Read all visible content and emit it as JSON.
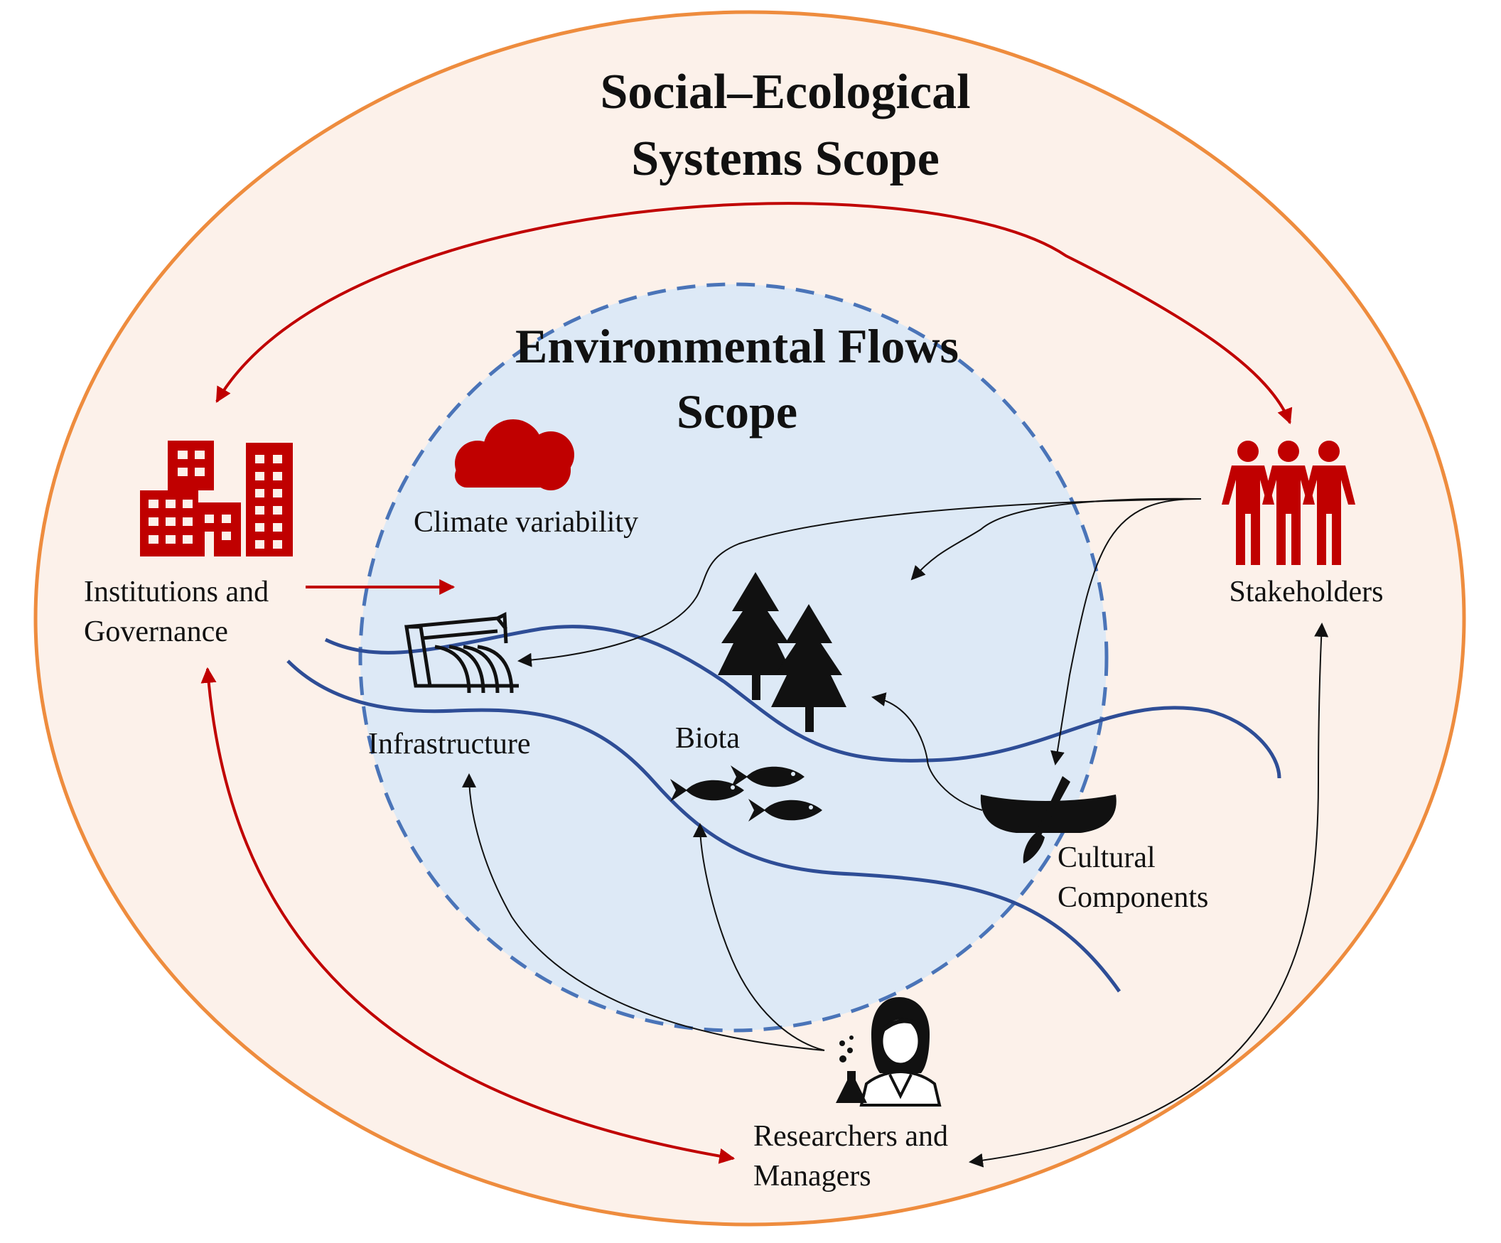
{
  "outer_scope": {
    "title_line1": "Social–Ecological",
    "title_line2": "Systems Scope"
  },
  "inner_scope": {
    "title_line1": "Environmental Flows",
    "title_line2": "Scope"
  },
  "nodes": {
    "climate": {
      "label": "Climate variability",
      "icon": "cloud-icon"
    },
    "institutions": {
      "label_line1": "Institutions and",
      "label_line2": "Governance",
      "icon": "buildings-icon"
    },
    "stakeholders": {
      "label": "Stakeholders",
      "icon": "people-icon"
    },
    "infrastructure": {
      "label": "Infrastructure",
      "icon": "dam-icon"
    },
    "biota": {
      "label": "Biota",
      "icon": "fish-icon"
    },
    "cultural": {
      "label_line1": "Cultural",
      "label_line2": "Components",
      "icon": "canoe-icon"
    },
    "researchers": {
      "label_line1": "Researchers and",
      "label_line2": "Managers",
      "icon": "scientist-icon"
    },
    "forest": {
      "icon": "trees-icon"
    }
  },
  "colors": {
    "outer_fill": "#fcf1ea",
    "outer_stroke": "#ee8c3e",
    "inner_fill": "#dde9f6",
    "inner_stroke": "#4a74b8",
    "river": "#2e4d96",
    "accent_red": "#c00000",
    "thin_arrow": "#111111"
  }
}
